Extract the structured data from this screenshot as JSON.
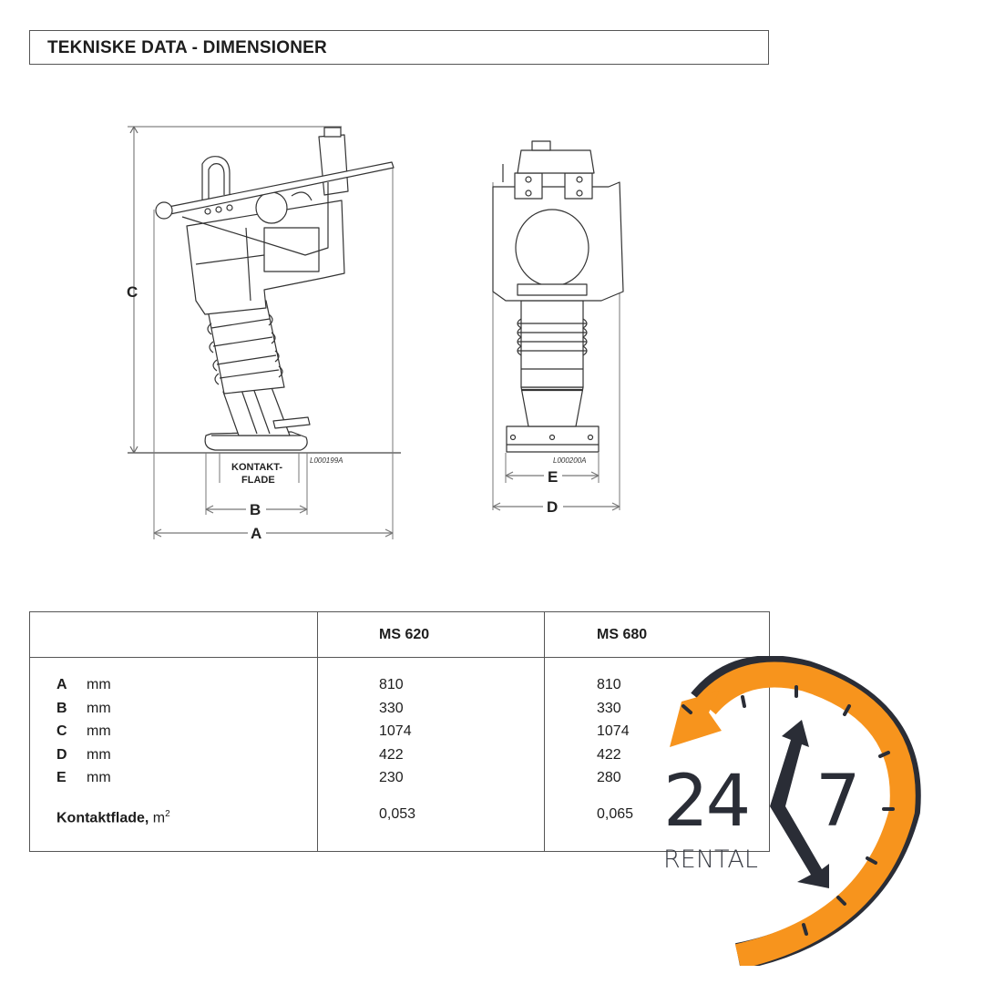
{
  "header": {
    "title": "TEKNISKE DATA - DIMENSIONER"
  },
  "drawing": {
    "side_view": {
      "dim_labels": {
        "A": "A",
        "B": "B",
        "C": "C"
      },
      "contact_label_line1": "KONTAKT-",
      "contact_label_line2": "FLADE",
      "ref_code": "L000199A"
    },
    "front_view": {
      "dim_labels": {
        "D": "D",
        "E": "E"
      },
      "ref_code": "L000200A"
    }
  },
  "table": {
    "columns": [
      "",
      "MS 620",
      "MS 680"
    ],
    "rows": [
      {
        "key": "A",
        "unit": "mm",
        "ms620": "810",
        "ms680": "810"
      },
      {
        "key": "B",
        "unit": "mm",
        "ms620": "330",
        "ms680": "330"
      },
      {
        "key": "C",
        "unit": "mm",
        "ms620": "1074",
        "ms680": "1074"
      },
      {
        "key": "D",
        "unit": "mm",
        "ms620": "422",
        "ms680": "422"
      },
      {
        "key": "E",
        "unit": "mm",
        "ms620": "230",
        "ms680": "280"
      }
    ],
    "footer": {
      "label": "Kontaktflade,",
      "unit": "m",
      "unit_sup": "2",
      "ms620": "0,053",
      "ms680": "0,065"
    }
  },
  "logo": {
    "number_left": "24",
    "number_right": "7",
    "word": "RENTAL",
    "colors": {
      "orange": "#f7941d",
      "dark": "#2a2d36"
    }
  }
}
